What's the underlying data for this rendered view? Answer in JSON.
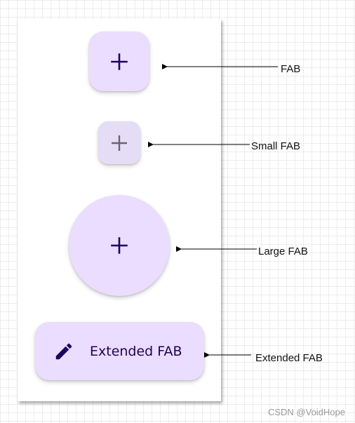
{
  "fabs": {
    "fab": {
      "label": "FAB",
      "icon": "plus-icon"
    },
    "small_fab": {
      "label": "Small FAB",
      "icon": "plus-icon"
    },
    "large_fab": {
      "label": "Large FAB",
      "icon": "plus-icon"
    },
    "extended_fab": {
      "label": "Extended FAB",
      "text": "Extended FAB",
      "icon": "pencil-icon"
    }
  },
  "colors": {
    "container": "#eaddff",
    "on_container": "#21005d",
    "small_container": "#e5dcf5",
    "small_icon": "#6b6272"
  },
  "watermark": "CSDN @VoidHope"
}
